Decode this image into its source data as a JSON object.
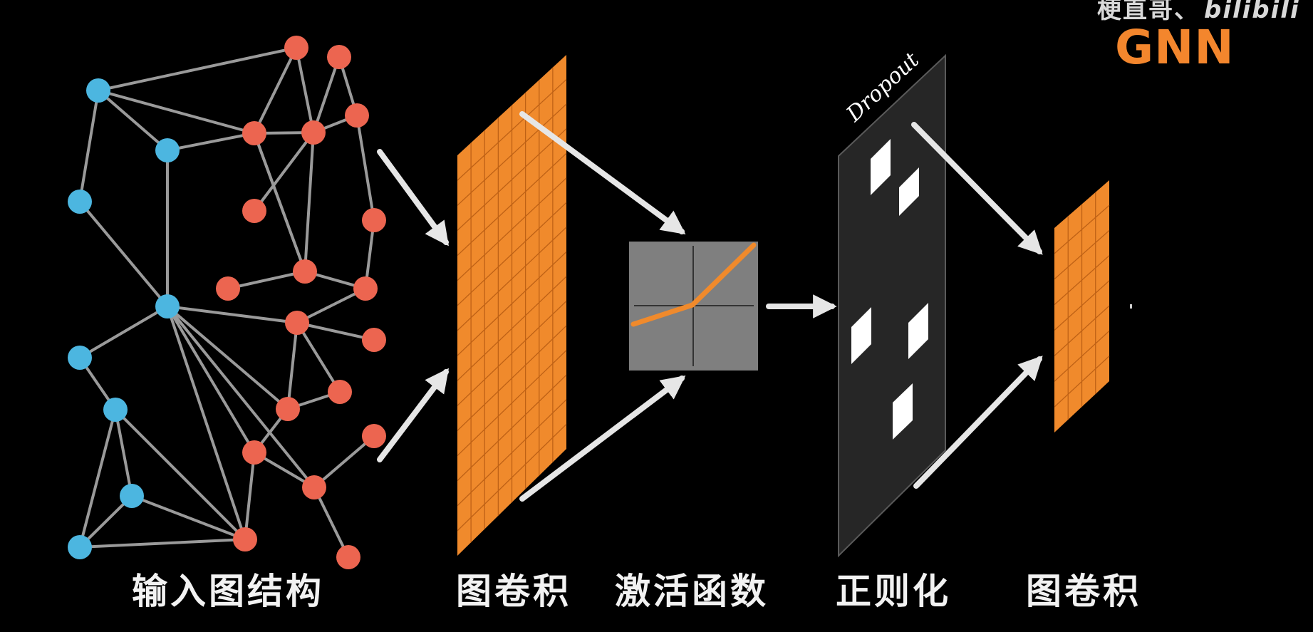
{
  "watermark": {
    "author": "梗直哥",
    "logo": "bilibili",
    "topic": "GNN"
  },
  "colors": {
    "background": "#000000",
    "accent_orange": "#f08a2c",
    "node_blue": "#4cb6e0",
    "node_red": "#ec6550",
    "edge_gray": "#9a9a9a",
    "arrow": "#e6e6e6",
    "activation_panel": "#7f7f7f",
    "dropout_panel": "#262626"
  },
  "stages": [
    {
      "id": "input",
      "label": "输入图结构"
    },
    {
      "id": "gcn1",
      "label": "图卷积"
    },
    {
      "id": "activation",
      "label": "激活函数"
    },
    {
      "id": "regularization",
      "label": "正则化",
      "panel_label": "Dropout"
    },
    {
      "id": "gcn2",
      "label": "图卷积"
    }
  ]
}
